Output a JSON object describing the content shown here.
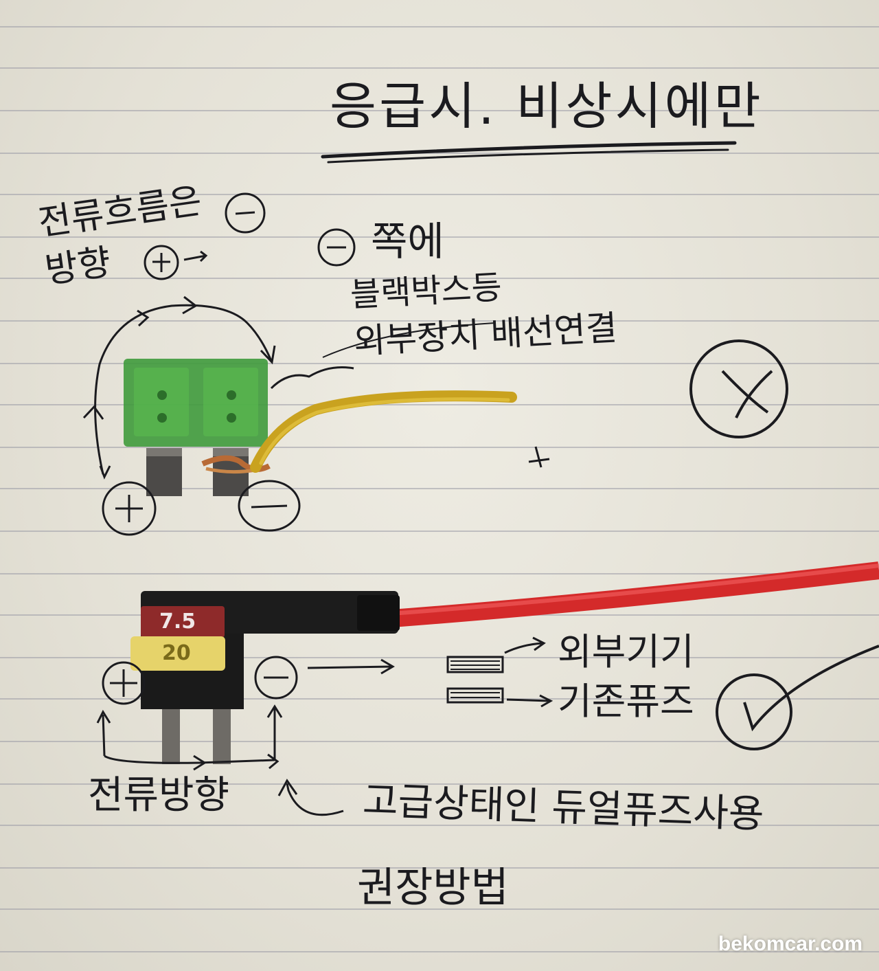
{
  "note": {
    "title": "응급시. 비상시에만",
    "top_diagram": {
      "current_direction_label": "전류흐름은 방향",
      "minus_side_label": "쪽에",
      "blackbox_label": "블랙박스등",
      "device_wiring_label": "외부장치 배선연결",
      "plus_sign": "+",
      "minus_sign": "−",
      "verdict_mark": "×"
    },
    "bottom_diagram": {
      "fuse_top_value": "7.5",
      "fuse_bottom_value": "20",
      "external_device_label": "외부기기",
      "existing_fuse_label": "기존퓨즈",
      "current_direction_label": "전류방향",
      "recommendation": "고급상태인 듀얼퓨즈사용",
      "recommendation_2": "권장방법",
      "plus_sign": "+",
      "minus_sign": "−",
      "verdict_mark": "✓"
    }
  },
  "watermark": "bekomcar.com",
  "colors": {
    "paper": "#e6e3d8",
    "ink": "#1b1b1f",
    "green_fuse": "#3f9a3c",
    "yellow_wire": "#c9a21f",
    "red_wire": "#d42a2a",
    "black_holder": "#1c1c1c",
    "red_fuse": "#8e2a2a",
    "yellow_fuse": "#e6d36a"
  }
}
